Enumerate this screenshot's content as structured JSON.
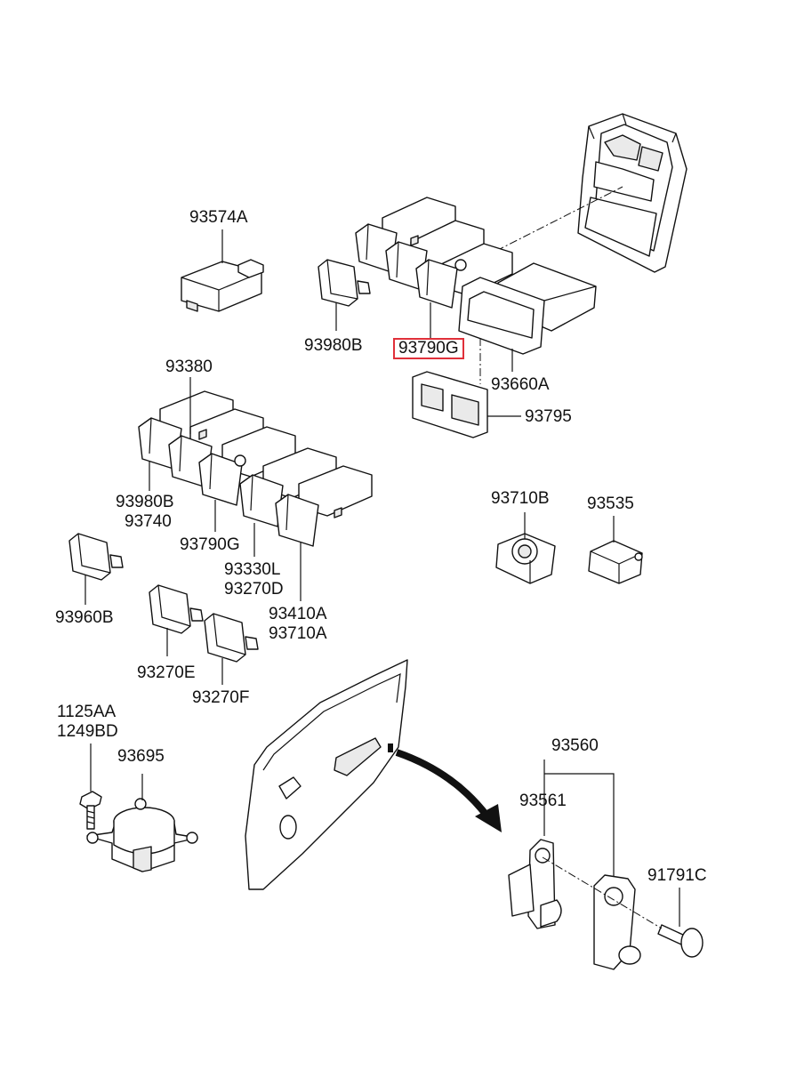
{
  "callouts": {
    "p93574A": "93574A",
    "p93980B_top": "93980B",
    "p93790G_top": "93790G",
    "p93660A": "93660A",
    "p93795": "93795",
    "p93380": "93380",
    "p93980B_mid": "93980B",
    "p93740": "93740",
    "p93790G_mid": "93790G",
    "p93330L": "93330L",
    "p93270D": "93270D",
    "p93410A": "93410A",
    "p93710A": "93710A",
    "p93960B": "93960B",
    "p93270E": "93270E",
    "p93270F": "93270F",
    "p93710B": "93710B",
    "p93535": "93535",
    "p1125AA": "1125AA",
    "p1249BD": "1249BD",
    "p93695": "93695",
    "p93560": "93560",
    "p93561": "93561",
    "p91791C": "91791C"
  },
  "highlight": {
    "part": "93790G",
    "color": "#e0303a"
  }
}
